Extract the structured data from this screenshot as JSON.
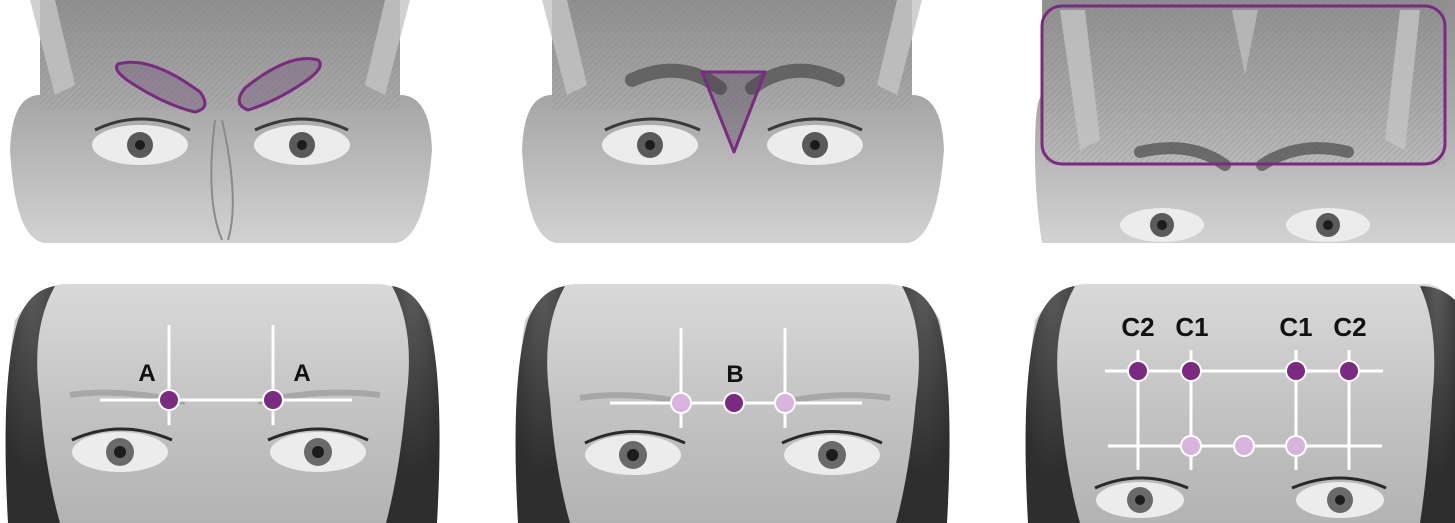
{
  "colors": {
    "accent_purple": "#6b2a7a",
    "dot_dark": "#7a2a80",
    "dot_light": "#d8b3de",
    "guide_line": "#ffffff"
  },
  "panels": {
    "top_left": {
      "title": "",
      "highlight": "corrugator-outlines"
    },
    "top_middle": {
      "title": "",
      "highlight": "procerus-triangle"
    },
    "top_right": {
      "title": "",
      "highlight": "frontalis-box"
    },
    "bottom_left": {
      "labels": [
        "A",
        "A"
      ]
    },
    "bottom_middle": {
      "labels": [
        "B"
      ]
    },
    "bottom_right": {
      "labels": [
        "C2",
        "C1",
        "C1",
        "C2"
      ]
    }
  }
}
